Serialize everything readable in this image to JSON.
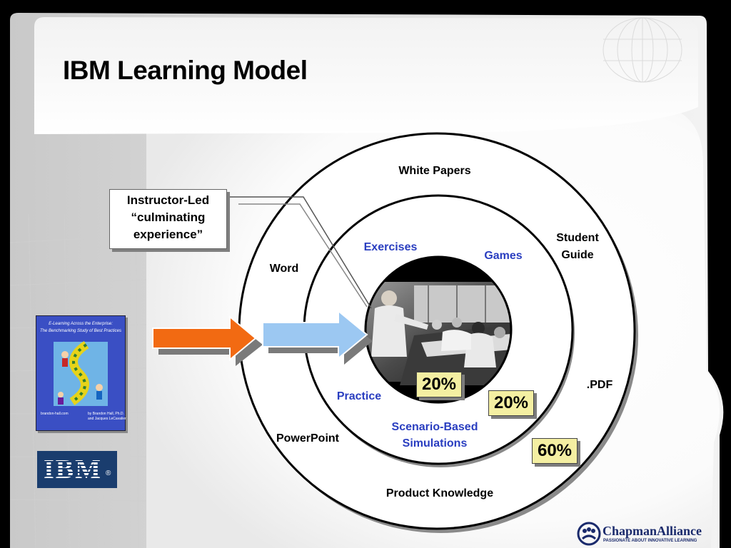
{
  "slide": {
    "title": "IBM Learning Model",
    "callout": {
      "line1": "Instructor-Led",
      "line2": "“culminating",
      "line3": "experience”"
    },
    "outer_ring": {
      "top": "White Papers",
      "left_upper": "Word",
      "right_upper_line1": "Student",
      "right_upper_line2": "Guide",
      "right": ".PDF",
      "left_lower": "PowerPoint",
      "bottom": "Product Knowledge"
    },
    "middle_ring": {
      "exercises": "Exercises",
      "games": "Games",
      "practice": "Practice",
      "scenario_line1": "Scenario-Based",
      "scenario_line2": "Simulations"
    },
    "percentages": {
      "inner": "20%",
      "middle": "20%",
      "outer": "60%"
    },
    "book": {
      "subtitle": "E-Learning Across the Enterprise:",
      "title": "The Benchmarking Study of Best Practices",
      "authors_line1": "by Brandon Hall, Ph.D.",
      "authors_line2": "and Jacques LeCavalier",
      "publisher": "brandon-hall.com"
    },
    "ibm_logo": {
      "text": "IBM",
      "registered": "®"
    },
    "footer_logo": {
      "name": "ChapmanAlliance",
      "tagline": "PASSIONATE ABOUT INNOVATIVE LEARNING"
    },
    "colors": {
      "accent_blue": "#2a3ec0",
      "orange_arrow": "#f26a12",
      "light_blue_arrow": "#9cc8f2",
      "percent_fill": "#f4efa2",
      "ibm_navy": "#1a3d6e",
      "book_blue": "#3a4fc4"
    }
  }
}
